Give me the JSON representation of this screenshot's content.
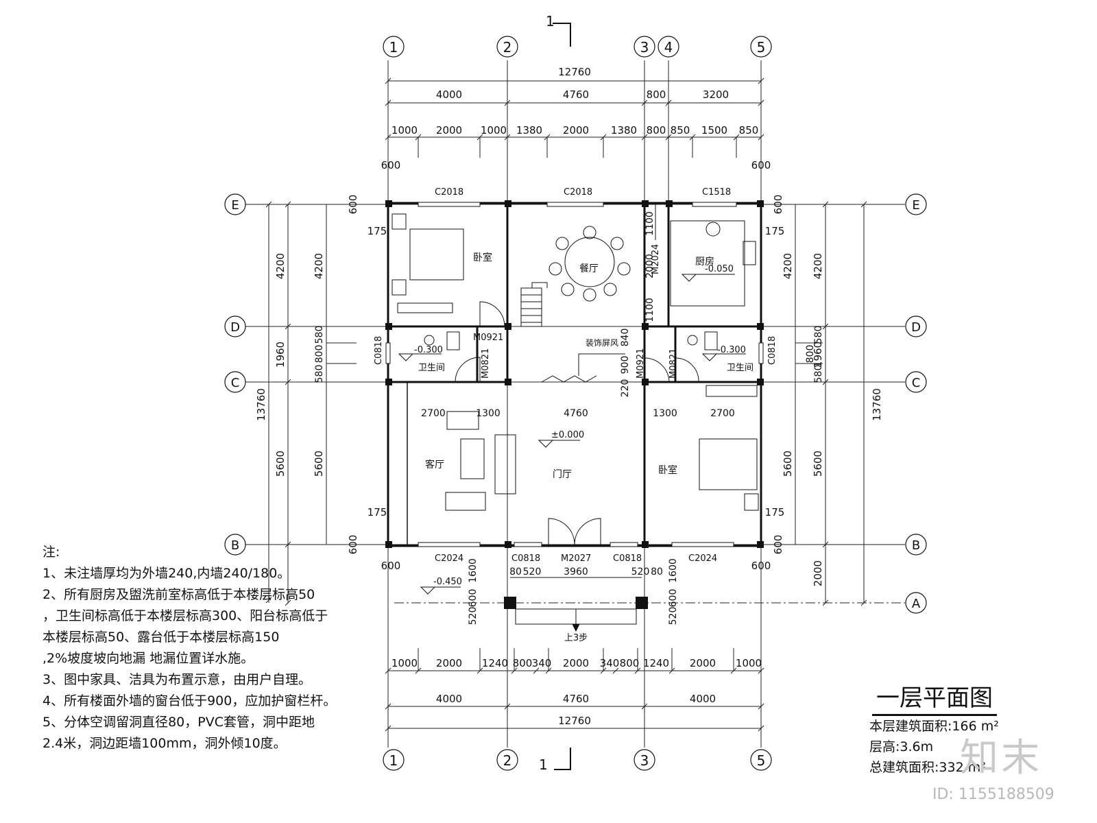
{
  "drawing": {
    "section_mark": "1",
    "axes_top": [
      "1",
      "2",
      "3",
      "4",
      "5"
    ],
    "axes_bottom": [
      "1",
      "2",
      "3",
      "5"
    ],
    "axes_side": [
      "E",
      "D",
      "C",
      "B",
      "A"
    ],
    "dim_total": "12760",
    "dims_top_2": [
      "4000",
      "4760",
      "800",
      "3200"
    ],
    "dims_top_3": [
      "1000",
      "2000",
      "1000",
      "1380",
      "2000",
      "1380",
      "800",
      "850",
      "1500",
      "850"
    ],
    "dims_bottom_1": [
      "1000",
      "2000",
      "1240",
      "800",
      "340",
      "2000",
      "340",
      "800",
      "1240",
      "2000",
      "1000"
    ],
    "dims_bottom_2": [
      "4000",
      "4760",
      "4000"
    ],
    "dims_left_total": "13760",
    "dims_left": [
      "4200",
      "1960",
      "5600",
      "2000"
    ],
    "dims_right_total": "13760",
    "misc_600": "600",
    "misc_175": "175",
    "rooms": {
      "bedroom": "卧室",
      "dining": "餐厅",
      "kitchen": "厨房",
      "bath": "卫生间",
      "living": "客厅",
      "foyer": "门厅",
      "screen": "装饰屏风"
    },
    "windows": {
      "c2018": "C2018",
      "c1518": "C1518",
      "c0818": "C0818",
      "c2024": "C2024",
      "m2024": "M2024",
      "m0921": "M0921",
      "m0821": "M0821",
      "m0921b": "M0921",
      "m2027": "M2027"
    },
    "levels": {
      "kitchen": "-0.050",
      "bath": "-0.300",
      "zero": "±0.000",
      "outside": "-0.450"
    },
    "porch_dims": [
      "80",
      "520",
      "3960",
      "520",
      "80"
    ],
    "porch_side": [
      "1600",
      "600",
      "520"
    ],
    "stairs_label": "上3步",
    "inner_dims": [
      "2700",
      "1300",
      "4760",
      "1300",
      "2700"
    ],
    "small_dims": [
      "1100",
      "2000",
      "1100",
      "840",
      "900",
      "220",
      "580",
      "800",
      "580"
    ]
  },
  "notes": {
    "heading": "注:",
    "lines": [
      "1、未注墙厚均为外墙240,内墙240/180。",
      "2、所有厨房及盥洗前室标高低于本楼层标高50",
      "，卫生间标高低于本楼层标高300、阳台标高低于",
      "本楼层标高50、露台低于本楼层标高150",
      ",2%坡度坡向地漏 地漏位置详水施。",
      "3、图中家具、洁具为布置示意，由用户自理。",
      "4、所有楼面外墙的窗台低于900，应加护窗栏杆。",
      "5、分体空调留洞直径80，PVC套管，洞中距地",
      "2.4米，洞边距墙100mm，洞外倾10度。"
    ]
  },
  "title_block": {
    "title": "一层平面图",
    "area_label": "本层建筑面积:166 m²",
    "height_label": "层高:3.6m",
    "total_label": "总建筑面积:332 m²"
  },
  "watermark": {
    "logo": "知末",
    "id": "ID: 1155188509"
  }
}
